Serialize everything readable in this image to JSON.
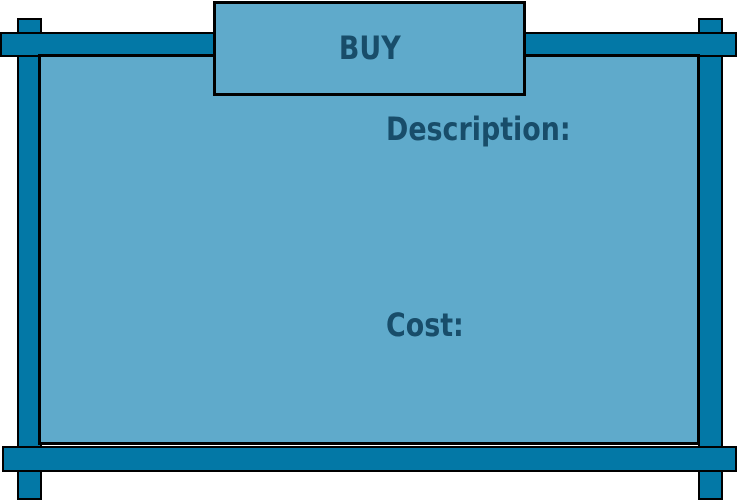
{
  "colors": {
    "frame": "#0378A6",
    "panel": "#5FAACB",
    "text": "#184D6A",
    "outline": "#000000"
  },
  "buy_tab": {
    "title": "BUY"
  },
  "panel": {
    "description_label": "Description:",
    "cost_label": "Cost:"
  }
}
